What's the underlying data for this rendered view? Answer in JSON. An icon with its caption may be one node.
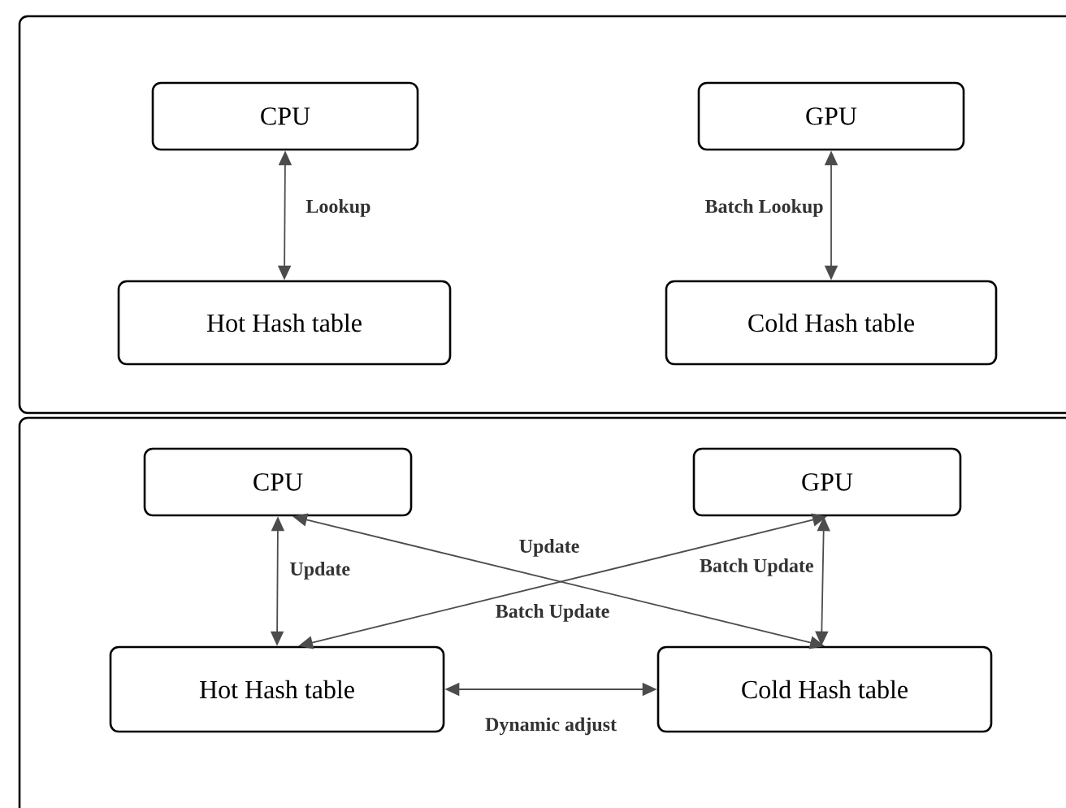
{
  "diagram": {
    "nodes": [
      {
        "text": [],
        "shape": "box"
      },
      {
        "text": [
          "CPU"
        ],
        "in": 0
      },
      {
        "text": [
          "GPU"
        ],
        "in": 0
      },
      {
        "text": [
          "Hot Hash table"
        ],
        "in": 0
      },
      {
        "text": [
          "Cold Hash table"
        ],
        "in": 0
      },
      {
        "text": [],
        "shape": "box"
      },
      {
        "text": [
          "CPU"
        ],
        "in": 5
      },
      {
        "text": [
          "GPU"
        ],
        "in": 5
      },
      {
        "text": [
          "Hot Hash table"
        ],
        "in": 5
      },
      {
        "text": [
          "Cold Hash table"
        ],
        "in": 5
      }
    ],
    "edges": [
      {
        "from": 1,
        "to": 3,
        "arrow": "both",
        "label": "Lookup"
      },
      {
        "from": 2,
        "to": 4,
        "arrow": "both",
        "label": "Batch Lookup"
      },
      {
        "from": 6,
        "to": 8,
        "arrow": "both",
        "label": "Update"
      },
      {
        "from": 6,
        "to": 9,
        "arrow": "both",
        "label": "Update"
      },
      {
        "from": 7,
        "to": 9,
        "arrow": "both",
        "label": "Batch Update"
      },
      {
        "from": 7,
        "to": 8,
        "arrow": "both",
        "label": "Batch Update"
      },
      {
        "from": 8,
        "to": 9,
        "arrow": "both",
        "label": "Dynamic adjust"
      }
    ]
  }
}
